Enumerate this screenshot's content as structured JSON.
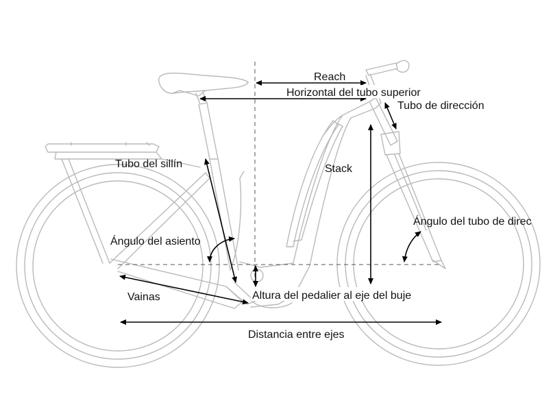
{
  "labels": {
    "reach": "Reach",
    "top_tube": "Horizontal del tubo superior",
    "head_tube": "Tubo de dirección",
    "seat_tube": "Tubo del sillín",
    "stack": "Stack",
    "seat_angle": "Ángulo del asiento",
    "head_angle": "Ángulo del tubo de direc",
    "chainstays": "Vainas",
    "bb_drop": "Altura del pedalier al eje del buje",
    "wheelbase": "Distancia entre ejes"
  },
  "colors": {
    "frame": "#b9b9b9",
    "measure": "#000000",
    "text": "#111111"
  }
}
